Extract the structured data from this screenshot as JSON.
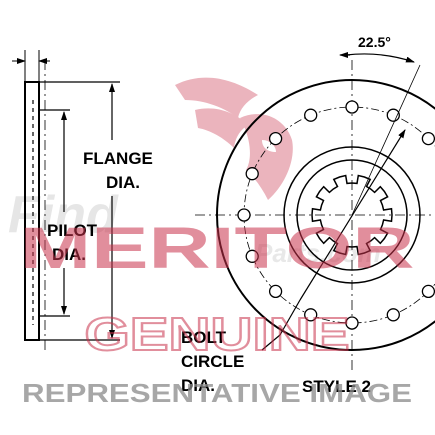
{
  "diagram": {
    "labels": {
      "angle": "22.5°",
      "flange_line1": "FLANGE",
      "flange_line2": "DIA.",
      "pilot_line1": "PILOT",
      "pilot_line2": "DIA.",
      "bolt_line1": "BOLT",
      "bolt_line2": "CIRCLE",
      "bolt_line3": "DIA.",
      "style": "STYLE 2"
    }
  },
  "watermark": {
    "brand": "MERITOR",
    "genuine": "GENUINE",
    "representative": "REPRESENTATIVE IMAGE",
    "faint_left": "Find",
    "faint_right": "Parts.com",
    "color": "#c8324a"
  }
}
